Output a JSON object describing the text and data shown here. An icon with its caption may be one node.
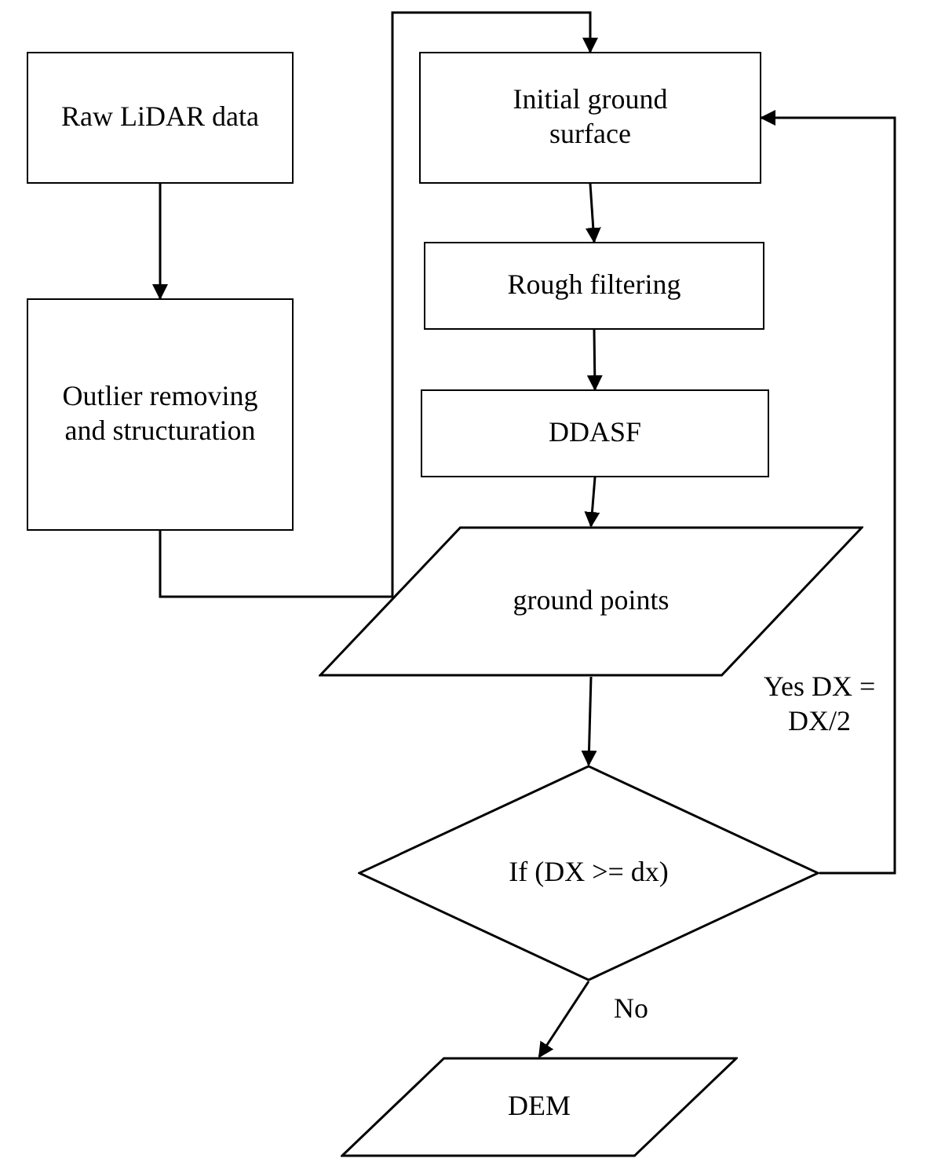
{
  "diagram": {
    "nodes": [
      {
        "text": [
          "Raw LiDAR data"
        ]
      },
      {
        "text": [
          "Outlier removing and structuration"
        ]
      },
      {
        "text": [
          "Initial ground surface"
        ]
      },
      {
        "text": [
          "Rough filtering"
        ]
      },
      {
        "text": [
          "DDASF"
        ]
      },
      {
        "text": [
          "ground points"
        ]
      },
      {
        "text": [
          "If (DX >= dx)"
        ]
      },
      {
        "text": [
          "DEM"
        ]
      }
    ],
    "edges": [
      {
        "from": 0,
        "to": 1,
        "arrow": "to"
      },
      {
        "from": 1,
        "to": 2,
        "arrow": "to"
      },
      {
        "from": 2,
        "to": 3,
        "arrow": "to"
      },
      {
        "from": 3,
        "to": 4,
        "arrow": "to"
      },
      {
        "from": 4,
        "to": 5,
        "arrow": "to"
      },
      {
        "from": 5,
        "to": 6,
        "arrow": "to"
      },
      {
        "from": 6,
        "to": 7,
        "arrow": "to",
        "label": "No"
      },
      {
        "from": 6,
        "to": 2,
        "arrow": "to",
        "label": "Yes DX = DX/2"
      }
    ]
  }
}
